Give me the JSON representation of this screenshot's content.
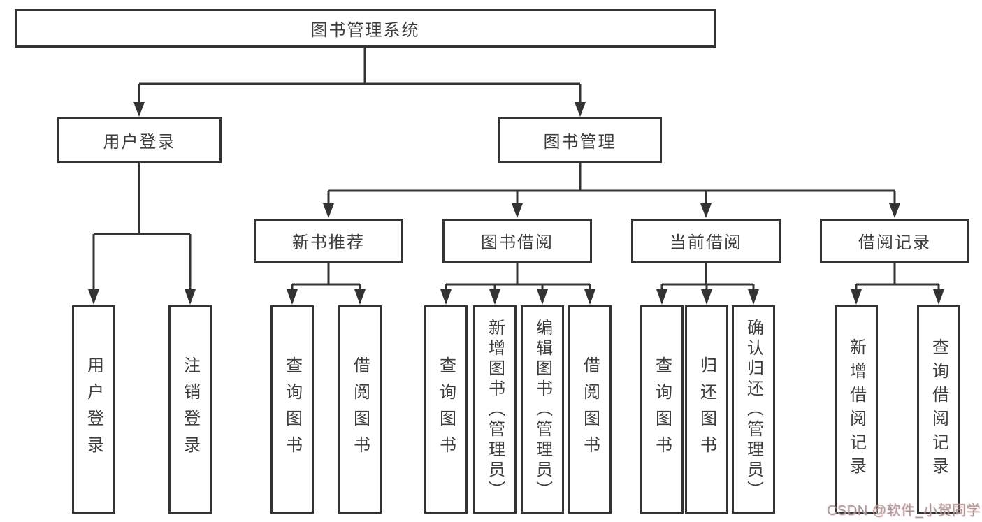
{
  "diagram": {
    "title": "图书管理系统",
    "root": {
      "label": "图书管理系统"
    },
    "level2": [
      {
        "label": "用户登录"
      },
      {
        "label": "图书管理"
      }
    ],
    "level3": [
      {
        "label": "新书推荐"
      },
      {
        "label": "图书借阅"
      },
      {
        "label": "当前借阅"
      },
      {
        "label": "借阅记录"
      }
    ],
    "leaves": {
      "user_login": [
        {
          "label": "用户登录"
        },
        {
          "label": "注销登录"
        }
      ],
      "new_books": [
        {
          "label": "查询图书"
        },
        {
          "label": "借阅图书"
        }
      ],
      "book_borrow": [
        {
          "label": "查询图书"
        },
        {
          "label": "新增图书（管理员）"
        },
        {
          "label": "编辑图书（管理员）"
        },
        {
          "label": "借阅图书"
        }
      ],
      "current_borrow": [
        {
          "label": "查询图书"
        },
        {
          "label": "归还图书"
        },
        {
          "label": "确认归还（管理员）"
        }
      ],
      "borrow_records": [
        {
          "label": "新增借阅记录"
        },
        {
          "label": "查询借阅记录"
        }
      ]
    }
  },
  "watermark": {
    "text": "CSDN @软件_小贺同学"
  },
  "colors": {
    "line": "#333333",
    "text": "#3d3d3d",
    "box_bg": "#ffffff",
    "watermark": "#9e9e9e",
    "background": "#ffffff"
  }
}
